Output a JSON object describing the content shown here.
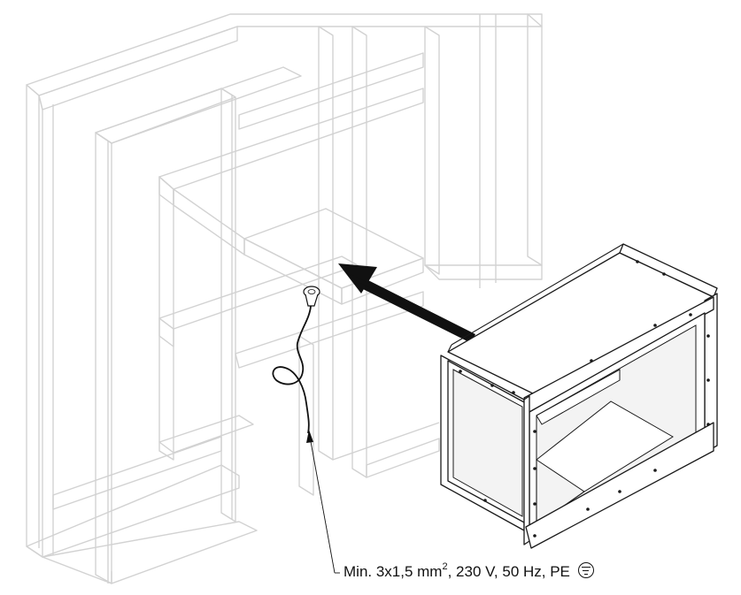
{
  "caption": {
    "text": "Min. 3x1,5 mm",
    "superscript": "2",
    "text_after": ", 230 V, 50 Hz,  PE",
    "symbol": "protective-earth"
  },
  "colors": {
    "wall_frame": "#d2d2d2",
    "unit_outline": "#1a1a1a",
    "arrow": "#111111",
    "background": "#ffffff"
  },
  "parts": [
    "wall-stud-frame",
    "recessed-unit-box",
    "installation-arrow",
    "power-cable",
    "power-plug",
    "leader-line"
  ]
}
